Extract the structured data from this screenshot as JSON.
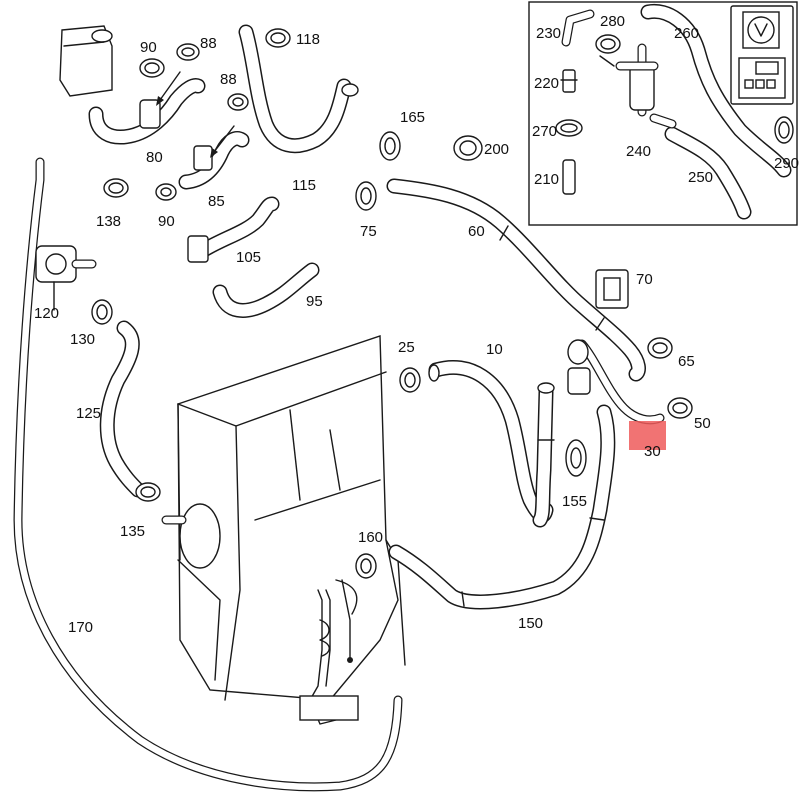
{
  "highlight_color": "#ee5a5a",
  "callouts": [
    {
      "id": "p90a",
      "text": "90"
    },
    {
      "id": "p88a",
      "text": "88"
    },
    {
      "id": "p118",
      "text": "118"
    },
    {
      "id": "p80",
      "text": "80"
    },
    {
      "id": "p88b",
      "text": "88"
    },
    {
      "id": "p85",
      "text": "85"
    },
    {
      "id": "p115",
      "text": "115"
    },
    {
      "id": "p138",
      "text": "138"
    },
    {
      "id": "p90b",
      "text": "90"
    },
    {
      "id": "p165",
      "text": "165"
    },
    {
      "id": "p200",
      "text": "200"
    },
    {
      "id": "p75",
      "text": "75"
    },
    {
      "id": "p60",
      "text": "60"
    },
    {
      "id": "p105",
      "text": "105"
    },
    {
      "id": "p95",
      "text": "95"
    },
    {
      "id": "p120",
      "text": "120"
    },
    {
      "id": "p130",
      "text": "130"
    },
    {
      "id": "p70",
      "text": "70"
    },
    {
      "id": "p25",
      "text": "25"
    },
    {
      "id": "p10",
      "text": "10"
    },
    {
      "id": "p65",
      "text": "65"
    },
    {
      "id": "p125",
      "text": "125"
    },
    {
      "id": "p50",
      "text": "50"
    },
    {
      "id": "p30",
      "text": "30"
    },
    {
      "id": "p155",
      "text": "155"
    },
    {
      "id": "p135",
      "text": "135"
    },
    {
      "id": "p160",
      "text": "160"
    },
    {
      "id": "p170",
      "text": "170"
    },
    {
      "id": "p150",
      "text": "150"
    },
    {
      "id": "p230",
      "text": "230"
    },
    {
      "id": "p280",
      "text": "280"
    },
    {
      "id": "p260",
      "text": "260"
    },
    {
      "id": "p220",
      "text": "220"
    },
    {
      "id": "p270",
      "text": "270"
    },
    {
      "id": "p240",
      "text": "240"
    },
    {
      "id": "p290",
      "text": "290"
    },
    {
      "id": "p210",
      "text": "210"
    },
    {
      "id": "p250",
      "text": "250"
    }
  ]
}
